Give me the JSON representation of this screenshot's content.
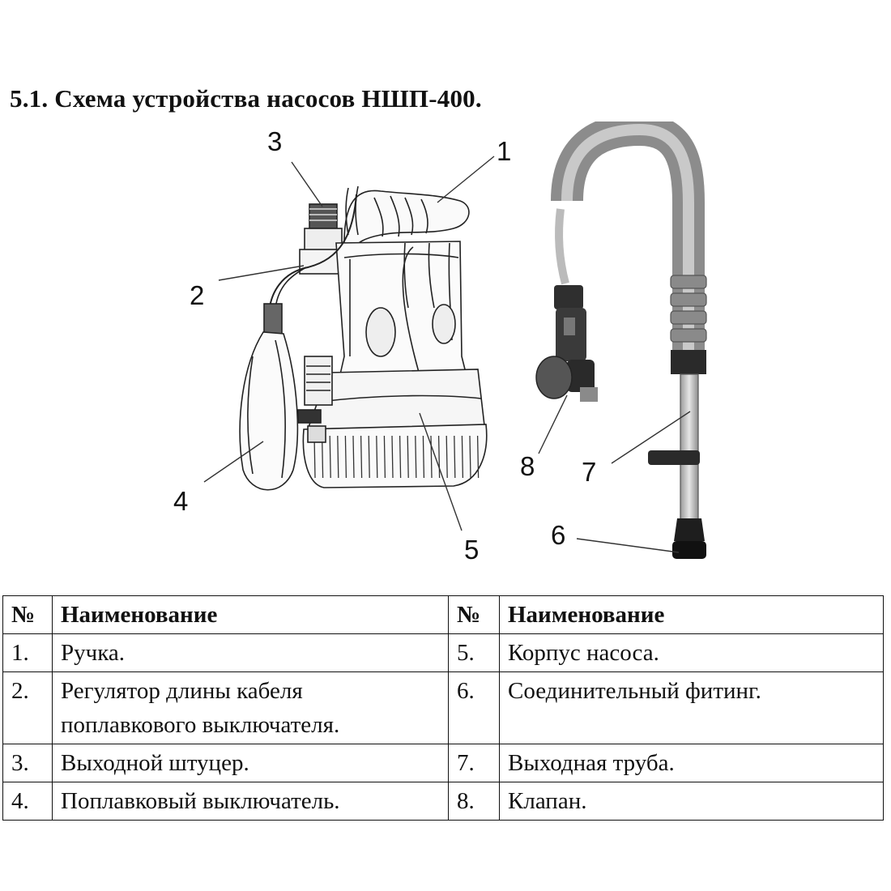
{
  "heading": "5.1. Схема устройства насосов НШП-400.",
  "callouts": [
    "1",
    "2",
    "3",
    "4",
    "5",
    "6",
    "7",
    "8"
  ],
  "table": {
    "headers": [
      "№",
      "Наименование",
      "№",
      "Наименование"
    ],
    "rows": [
      [
        "1.",
        "Ручка.",
        "5.",
        "Корпус насоса."
      ],
      [
        "2.",
        "Регулятор длины кабеля поплавкового выключателя.",
        "6.",
        "Соединительный фитинг."
      ],
      [
        "3.",
        "Выходной штуцер.",
        "7.",
        "Выходная труба."
      ],
      [
        "4.",
        "Поплавковый выключатель.",
        "8.",
        "Клапан."
      ]
    ]
  }
}
